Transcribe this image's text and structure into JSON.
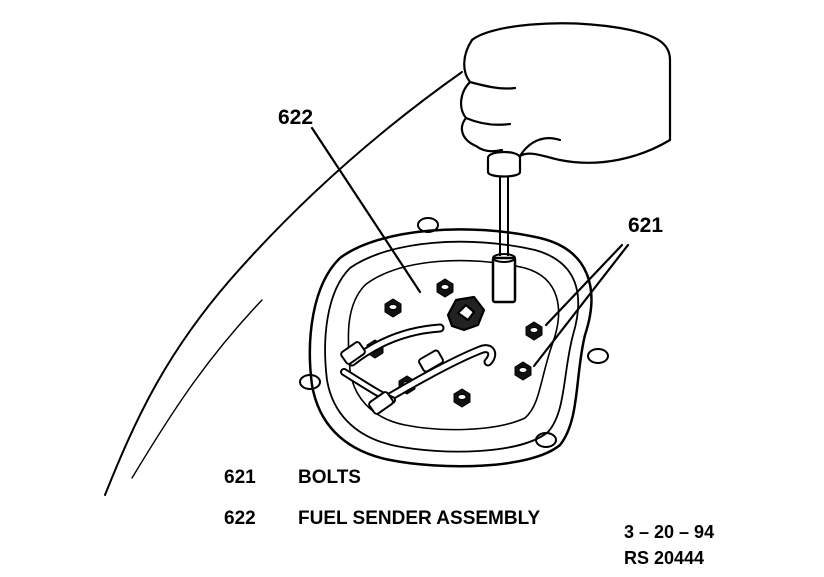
{
  "callouts": [
    {
      "number": "622"
    },
    {
      "number": "621"
    }
  ],
  "legend": [
    {
      "number": "621",
      "text": "BOLTS"
    },
    {
      "number": "622",
      "text": "FUEL SENDER ASSEMBLY"
    }
  ],
  "stamp": {
    "date": "3 – 20 – 94",
    "code": "RS 20444"
  },
  "colors": {
    "ink": "#000000",
    "paper": "#ffffff"
  }
}
